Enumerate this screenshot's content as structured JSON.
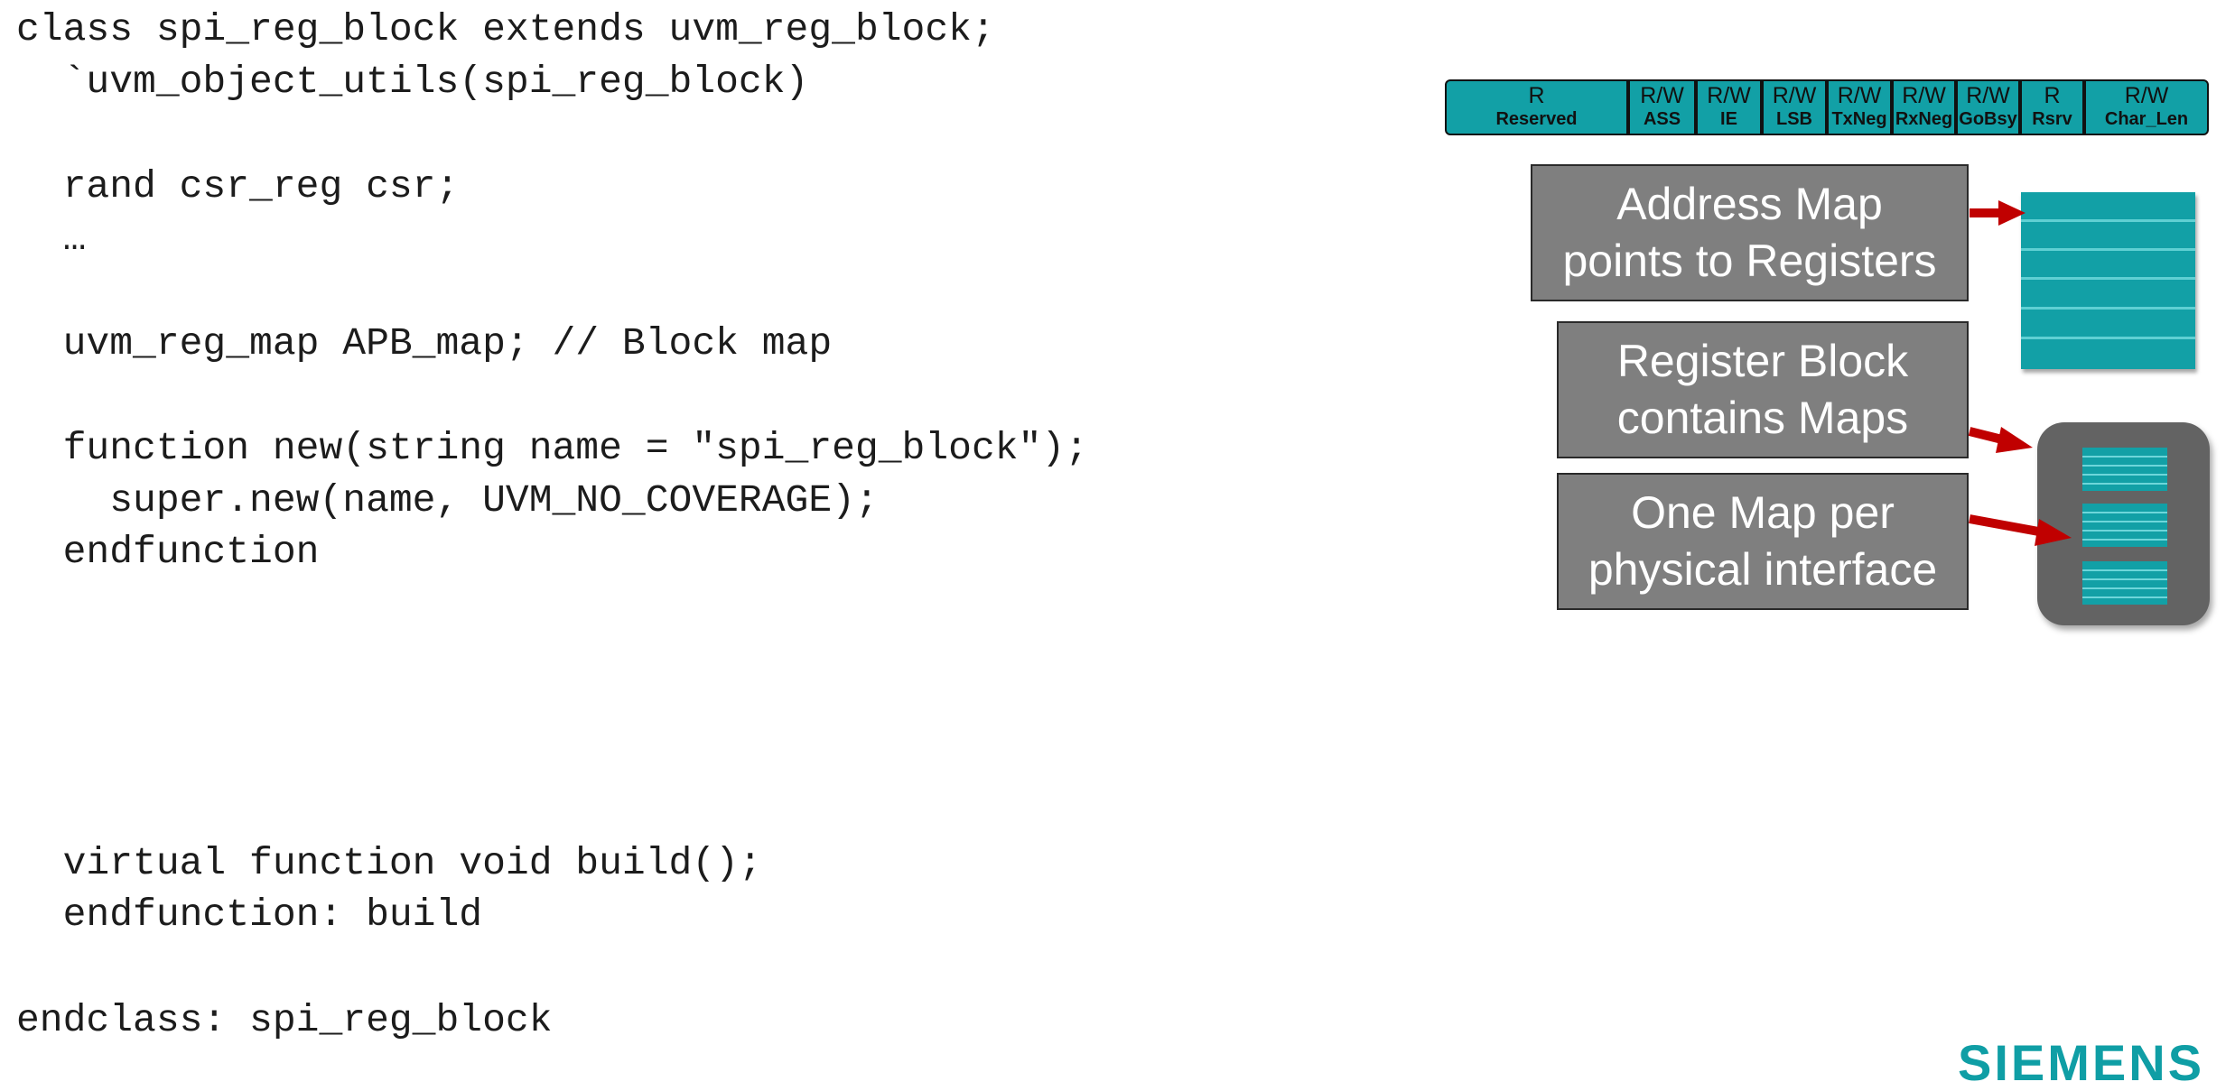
{
  "code": {
    "lines": [
      "class spi_reg_block extends uvm_reg_block;",
      "  `uvm_object_utils(spi_reg_block)",
      "  rand csr_reg csr;",
      "  …",
      "  uvm_reg_map APB_map; // Block map",
      "  function new(string name = \"spi_reg_block\");",
      "    super.new(name, UVM_NO_COVERAGE);",
      "  endfunction",
      "  virtual function void build();",
      "  endfunction: build",
      "endclass: spi_reg_block"
    ]
  },
  "register": {
    "fields": [
      {
        "access": "R",
        "name": "Reserved"
      },
      {
        "access": "R/W",
        "name": "ASS"
      },
      {
        "access": "R/W",
        "name": "IE"
      },
      {
        "access": "R/W",
        "name": "LSB"
      },
      {
        "access": "R/W",
        "name": "TxNeg"
      },
      {
        "access": "R/W",
        "name": "RxNeg"
      },
      {
        "access": "R/W",
        "name": "GoBsy"
      },
      {
        "access": "R",
        "name": "Rsrv"
      },
      {
        "access": "R/W",
        "name": "Char_Len"
      }
    ]
  },
  "callouts": {
    "address_map": {
      "line1": "Address Map",
      "line2": "points to Registers"
    },
    "register_block": {
      "line1": "Register Block",
      "line2": "contains Maps"
    },
    "one_map": {
      "line1": "One Map per",
      "line2": "physical interface"
    }
  },
  "colors": {
    "teal": "#12a0a6",
    "callout_gray": "#7f7f7f",
    "block_gray": "#636363",
    "arrow_red": "#c00000"
  },
  "brand": {
    "text": "SIEMENS"
  }
}
